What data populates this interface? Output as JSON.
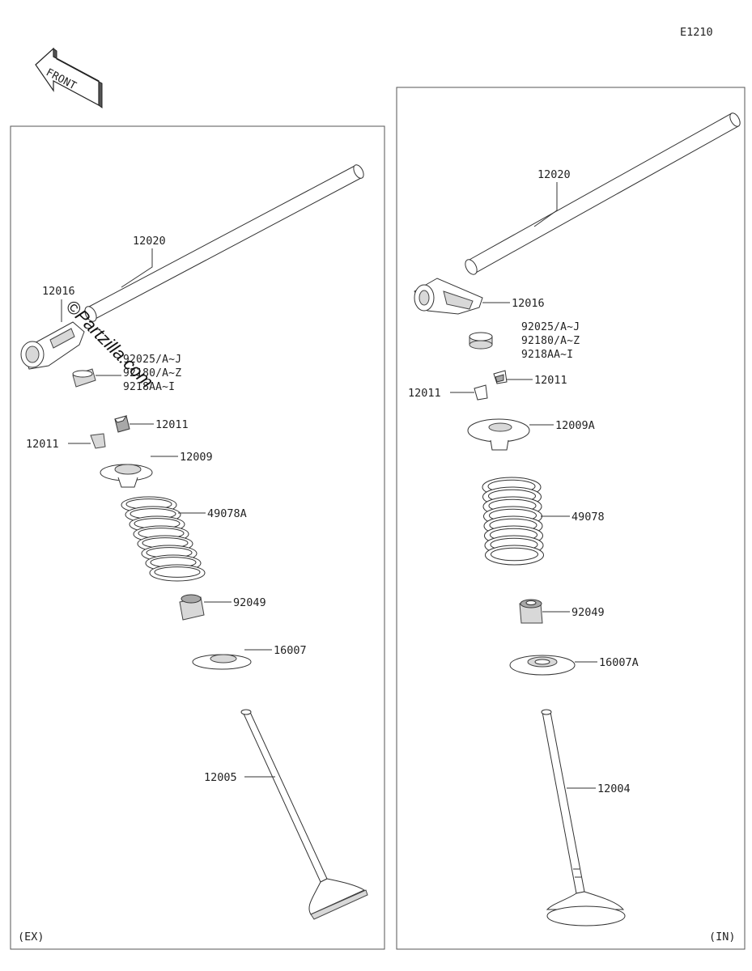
{
  "diagram_code": "E1210",
  "front_label": "FRONT",
  "watermark": "©Partzilla.com",
  "left_panel": {
    "tag": "(EX)",
    "labels": {
      "shaft": "12020",
      "rocker": "12016",
      "shim_1": "92025/A~J",
      "shim_2": "92180/A~Z",
      "shim_3": "9218AA~I",
      "cotter_a": "12011",
      "cotter_b": "12011",
      "retainer": "12009",
      "spring": "49078A",
      "seal": "92049",
      "seat": "16007",
      "valve": "12005"
    }
  },
  "right_panel": {
    "tag": "(IN)",
    "labels": {
      "shaft": "12020",
      "rocker": "12016",
      "shim_1": "92025/A~J",
      "shim_2": "92180/A~Z",
      "shim_3": "9218AA~I",
      "cotter_a": "12011",
      "cotter_b": "12011",
      "retainer": "12009A",
      "spring": "49078",
      "seal": "92049",
      "seat": "16007A",
      "valve": "12004"
    }
  }
}
